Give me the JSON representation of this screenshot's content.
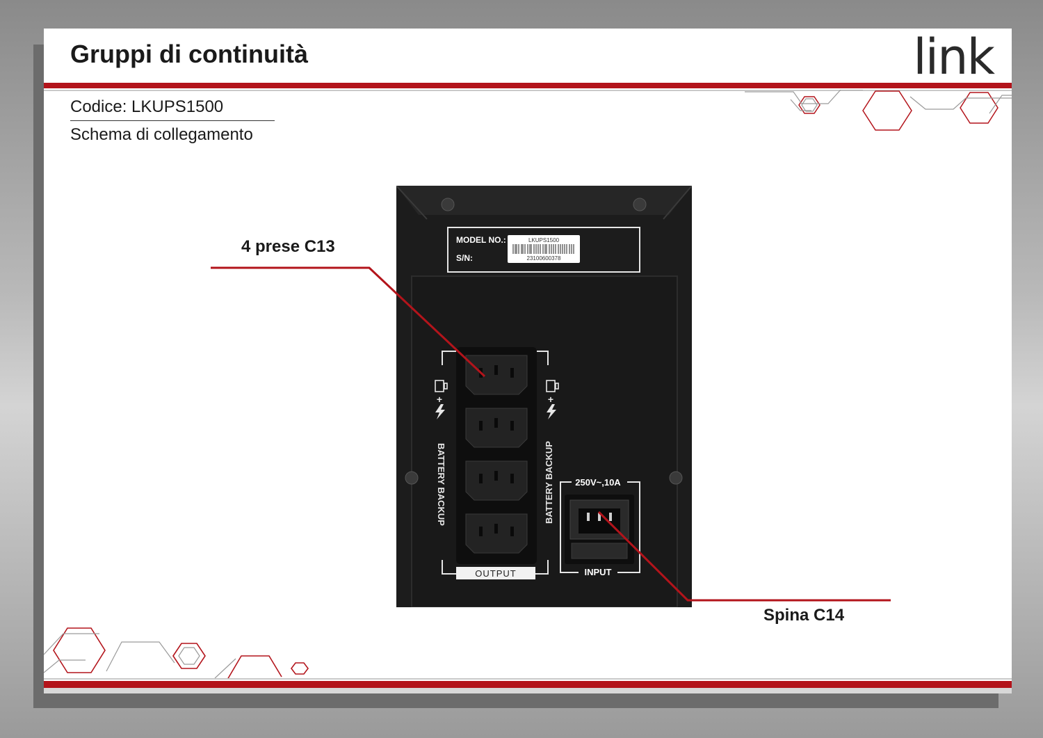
{
  "header": {
    "title": "Gruppi di continuità",
    "logo": "link"
  },
  "info": {
    "code": "Codice: LKUPS1500",
    "subtitle": "Schema di collegamento"
  },
  "device": {
    "model_label": "MODEL NO.:",
    "serial_label": "S/N:",
    "model_value": "LKUPS1500",
    "serial_value": "23100600378",
    "battery_left": "BATTERY BACKUP",
    "battery_right": "BATTERY BACKUP",
    "output_label": "OUTPUT",
    "input_rating": "250V~,10A",
    "input_label": "INPUT"
  },
  "callouts": {
    "outlets": "4 prese C13",
    "inlet": "Spina C14"
  },
  "colors": {
    "accent": "#b3141b",
    "device_body": "#1c1c1c"
  }
}
